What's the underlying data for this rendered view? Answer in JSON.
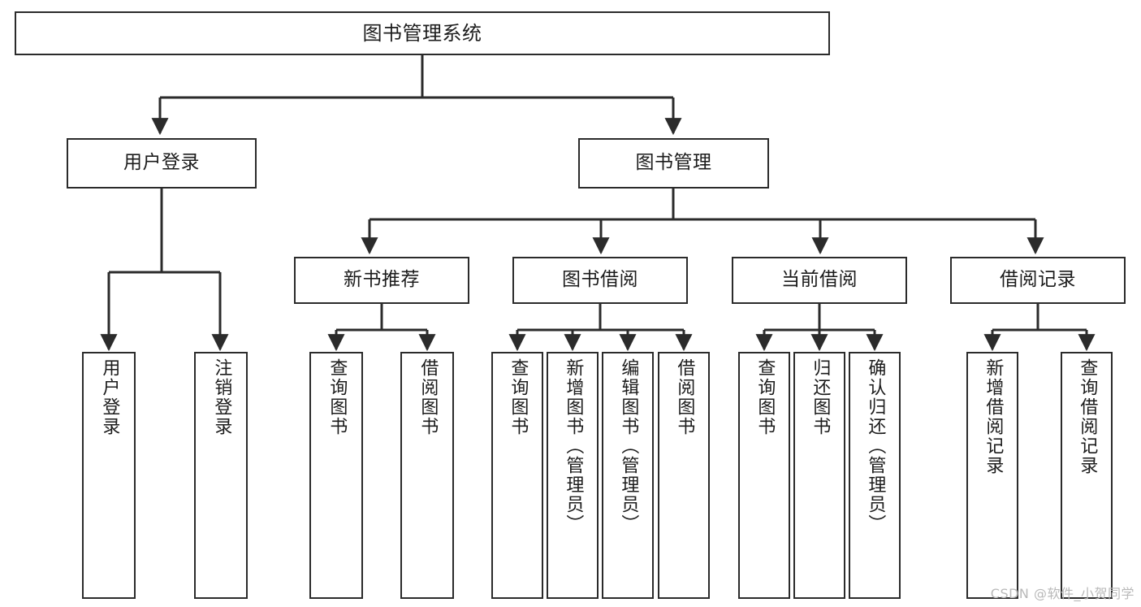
{
  "diagram": {
    "title": "图书管理系统",
    "type": "tree-hierarchy",
    "watermark": "CSDN @软件_小贺同学",
    "colors": {
      "background": "#ffffff",
      "box_border": "#2b2b2b",
      "box_fill": "#ffffff",
      "connector": "#2b2b2b",
      "text": "#1c1c1c",
      "watermark": "#b9b9b9"
    },
    "nodes": {
      "root": {
        "label": "图书管理系统"
      },
      "level2": [
        {
          "label": "用户登录"
        },
        {
          "label": "图书管理"
        }
      ],
      "level3": [
        {
          "label": "新书推荐"
        },
        {
          "label": "图书借阅"
        },
        {
          "label": "当前借阅"
        },
        {
          "label": "借阅记录"
        }
      ],
      "login_children": [
        {
          "label": "用户登录"
        },
        {
          "label": "注销登录"
        }
      ],
      "recommend_children": [
        {
          "label": "查询图书"
        },
        {
          "label": "借阅图书"
        }
      ],
      "borrow_children": [
        {
          "label": "查询图书"
        },
        {
          "label": "新增图书（管理员）"
        },
        {
          "label": "编辑图书（管理员）"
        },
        {
          "label": "借阅图书"
        }
      ],
      "current_children": [
        {
          "label": "查询图书"
        },
        {
          "label": "归还图书"
        },
        {
          "label": "确认归还（管理员）"
        }
      ],
      "record_children": [
        {
          "label": "新增借阅记录"
        },
        {
          "label": "查询借阅记录"
        }
      ]
    }
  }
}
